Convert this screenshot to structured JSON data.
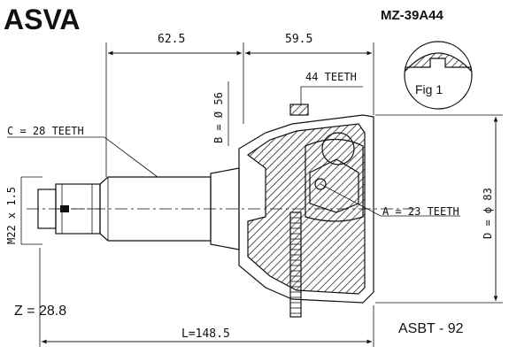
{
  "brand": "ASVA",
  "part_number": "MZ-39A44",
  "figure_label": "Fig 1",
  "dimensions": {
    "top_left": "62.5",
    "top_right": "59.5",
    "seal_diameter": "B = Ø 56",
    "thread": "M22 x 1.5",
    "outer_diameter": "D = ϕ 83",
    "length": "L=148.5"
  },
  "callouts": {
    "abs_ring_teeth": "44 TEETH",
    "outer_spline": "C = 28 TEETH",
    "inner_spline": "A = 23 TEETH"
  },
  "footer": {
    "z_value": "Z = 28.8",
    "code": "ASBT -  92"
  }
}
